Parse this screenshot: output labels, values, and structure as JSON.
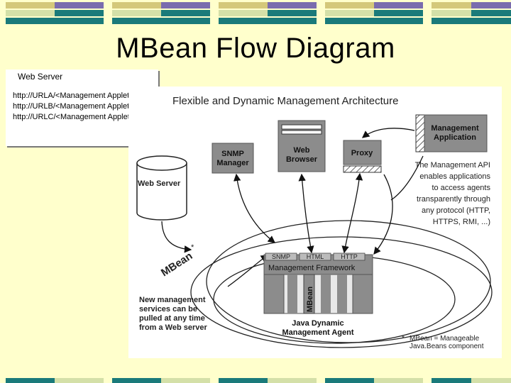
{
  "slide": {
    "title": "MBean Flow Diagram"
  },
  "theme": {
    "background": "#ffffcc",
    "band_colors": [
      "#1a7a7a",
      "#d4e0a8",
      "#7a6cae",
      "#d4c87a"
    ]
  },
  "web_server_card": {
    "title": "Web Server",
    "urls": [
      "http://URLA/<Management AppletA>",
      "http://URLB/<Management AppletB>",
      "http://URLC/<Management AppletC>"
    ]
  },
  "diagram": {
    "title": "Flexible and Dynamic Management Architecture",
    "snmp_manager": [
      "SNMP",
      "Manager"
    ],
    "web_browser": [
      "Web",
      "Browser"
    ],
    "proxy": "Proxy",
    "management_application": [
      "Management",
      "Application"
    ],
    "web_server_cylinder": "Web Server",
    "mbean_arc": "MBean",
    "asterisk": "*",
    "api_note": [
      "The Management API",
      "enables applications",
      "to access agents",
      "transparently through",
      "any protocol (HTTP,",
      "HTTPS, RMI, ...)"
    ],
    "protocols": [
      "SNMP",
      "HTML",
      "HTTP"
    ],
    "framework_label": "Management Framework",
    "mbean_vertical": "MBean",
    "agent_label": [
      "Java Dynamic",
      "Management Agent"
    ],
    "pull_note": [
      "New management",
      "services can be",
      "pulled at any time",
      "from a Web server"
    ],
    "footnote": [
      "MBean = Manageable",
      "Java.Beans component"
    ]
  }
}
